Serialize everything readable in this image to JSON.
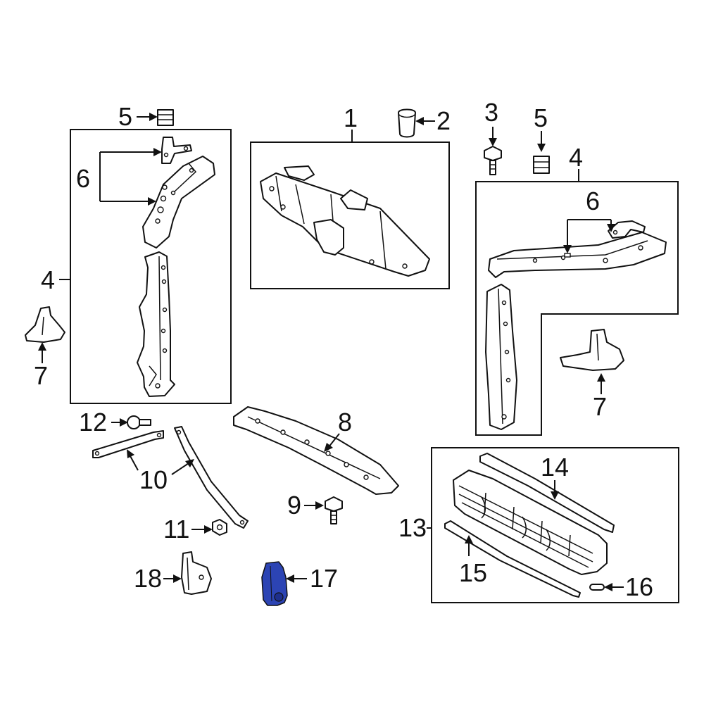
{
  "diagram": {
    "highlight_color": "#2c44b4",
    "outline_color": "#111111",
    "callouts": {
      "c1": "1",
      "c2": "2",
      "c3": "3",
      "c4_left": "4",
      "c4_right": "4",
      "c5_left": "5",
      "c5_right": "5",
      "c6_left": "6",
      "c6_right": "6",
      "c7_left": "7",
      "c7_right": "7",
      "c8": "8",
      "c9": "9",
      "c10": "10",
      "c11": "11",
      "c12": "12",
      "c13": "13",
      "c14": "14",
      "c15": "15",
      "c16": "16",
      "c17": "17",
      "c18": "18"
    }
  }
}
